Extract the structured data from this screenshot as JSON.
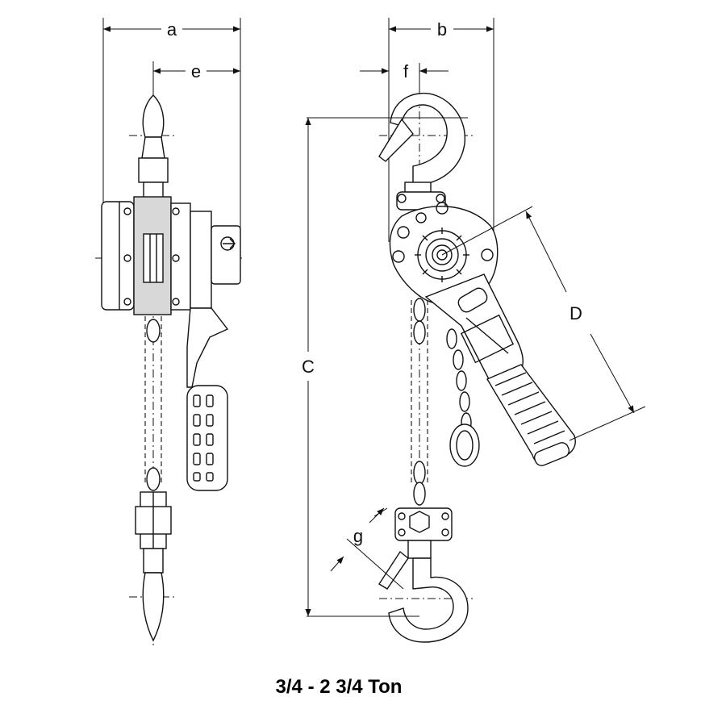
{
  "dimensions": {
    "a": "a",
    "e": "e",
    "b": "b",
    "f": "f",
    "C": "C",
    "D": "D",
    "g": "g"
  },
  "caption": "3/4 - 2 3/4 Ton"
}
